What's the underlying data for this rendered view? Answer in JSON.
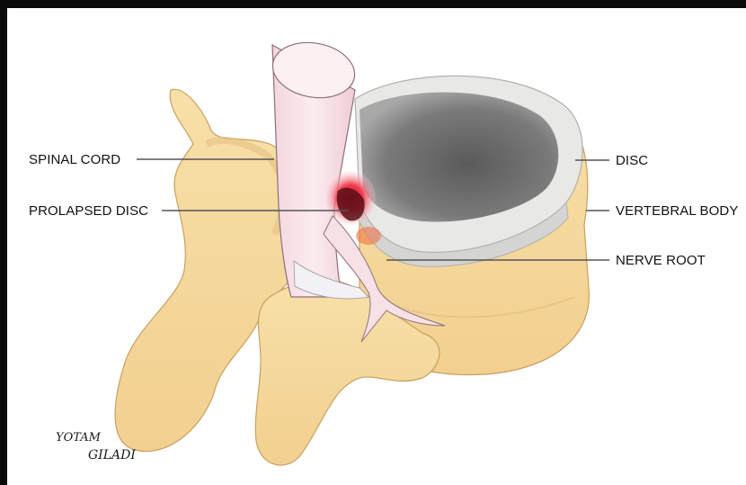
{
  "labels": {
    "spinal_cord": "SPINAL CORD",
    "prolapsed_disc": "PROLAPSED DISC",
    "disc": "DISC",
    "vertebral_body": "VERTEBRAL BODY",
    "nerve_root": "NERVE ROOT"
  },
  "signature": {
    "line1": "YOTAM",
    "line2": "GILADI"
  },
  "colors": {
    "bone": "#f6dca0",
    "bone_shadow": "#e4bc78",
    "disc_ring": "#ececea",
    "disc_nucleus": "#6a6a6a",
    "cord": "#f8e4ea",
    "prolapse": "#e01c2c"
  }
}
